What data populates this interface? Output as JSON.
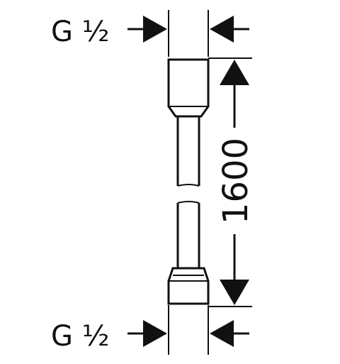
{
  "labels": {
    "thread_top": "G ½",
    "thread_bottom": "G ½",
    "length": "1600"
  },
  "colors": {
    "line": "#111111",
    "background": "#ffffff"
  }
}
